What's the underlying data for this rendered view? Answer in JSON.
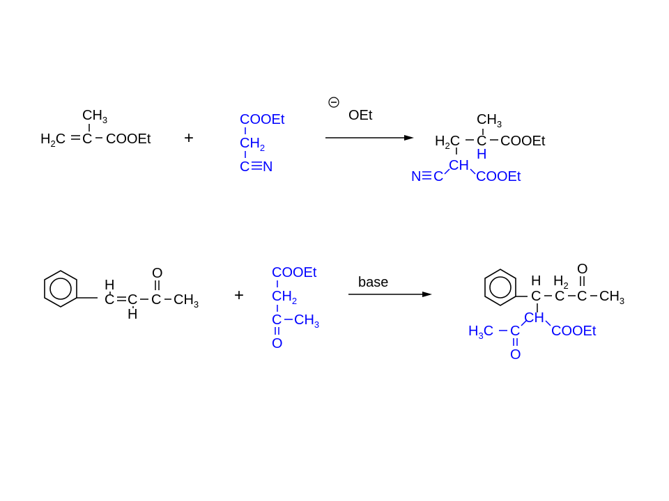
{
  "colors": {
    "reactant_black": "#000000",
    "donor_blue": "#0000ff",
    "background": "#ffffff"
  },
  "reaction1": {
    "acceptor": {
      "ch": "CH",
      "three": "3",
      "h": "H",
      "two": "2",
      "c_eq": "C",
      "c_center": "C",
      "cooet": "COOEt"
    },
    "plus": "+",
    "donor": {
      "cooet": "COOEt",
      "ch": "CH",
      "two": "2",
      "c": "C",
      "n": "N"
    },
    "condition": {
      "minus_symbol": "−",
      "reagent": "OEt"
    },
    "product": {
      "ch": "CH",
      "three": "3",
      "h": "H",
      "two": "2",
      "c_left": "C",
      "c_center": "C",
      "cooet_top": "COOEt",
      "h_below": "H",
      "ch_blue": "CH",
      "n": "N",
      "c_nitrile": "C",
      "cooet_bottom": "COOEt"
    }
  },
  "reaction2": {
    "acceptor": {
      "h_top": "H",
      "h_bottom": "H",
      "c1": "C",
      "c2": "C",
      "c3": "C",
      "o": "O",
      "ch": "CH",
      "three": "3"
    },
    "plus": "+",
    "donor": {
      "cooet": "COOEt",
      "ch": "CH",
      "two": "2",
      "c": "C",
      "ch_methyl": "CH",
      "three": "3",
      "o": "O"
    },
    "condition": {
      "reagent": "base"
    },
    "product": {
      "h": "H",
      "h2_h": "H",
      "two": "2",
      "o_top": "O",
      "c1": "C",
      "c2": "C",
      "c3": "C",
      "ch_methyl": "CH",
      "three": "3",
      "h3c_h": "H",
      "h3c_3": "3",
      "h3c_c": "C",
      "c_keto": "C",
      "ch_blue": "CH",
      "cooet": "COOEt",
      "o_bottom": "O"
    }
  }
}
